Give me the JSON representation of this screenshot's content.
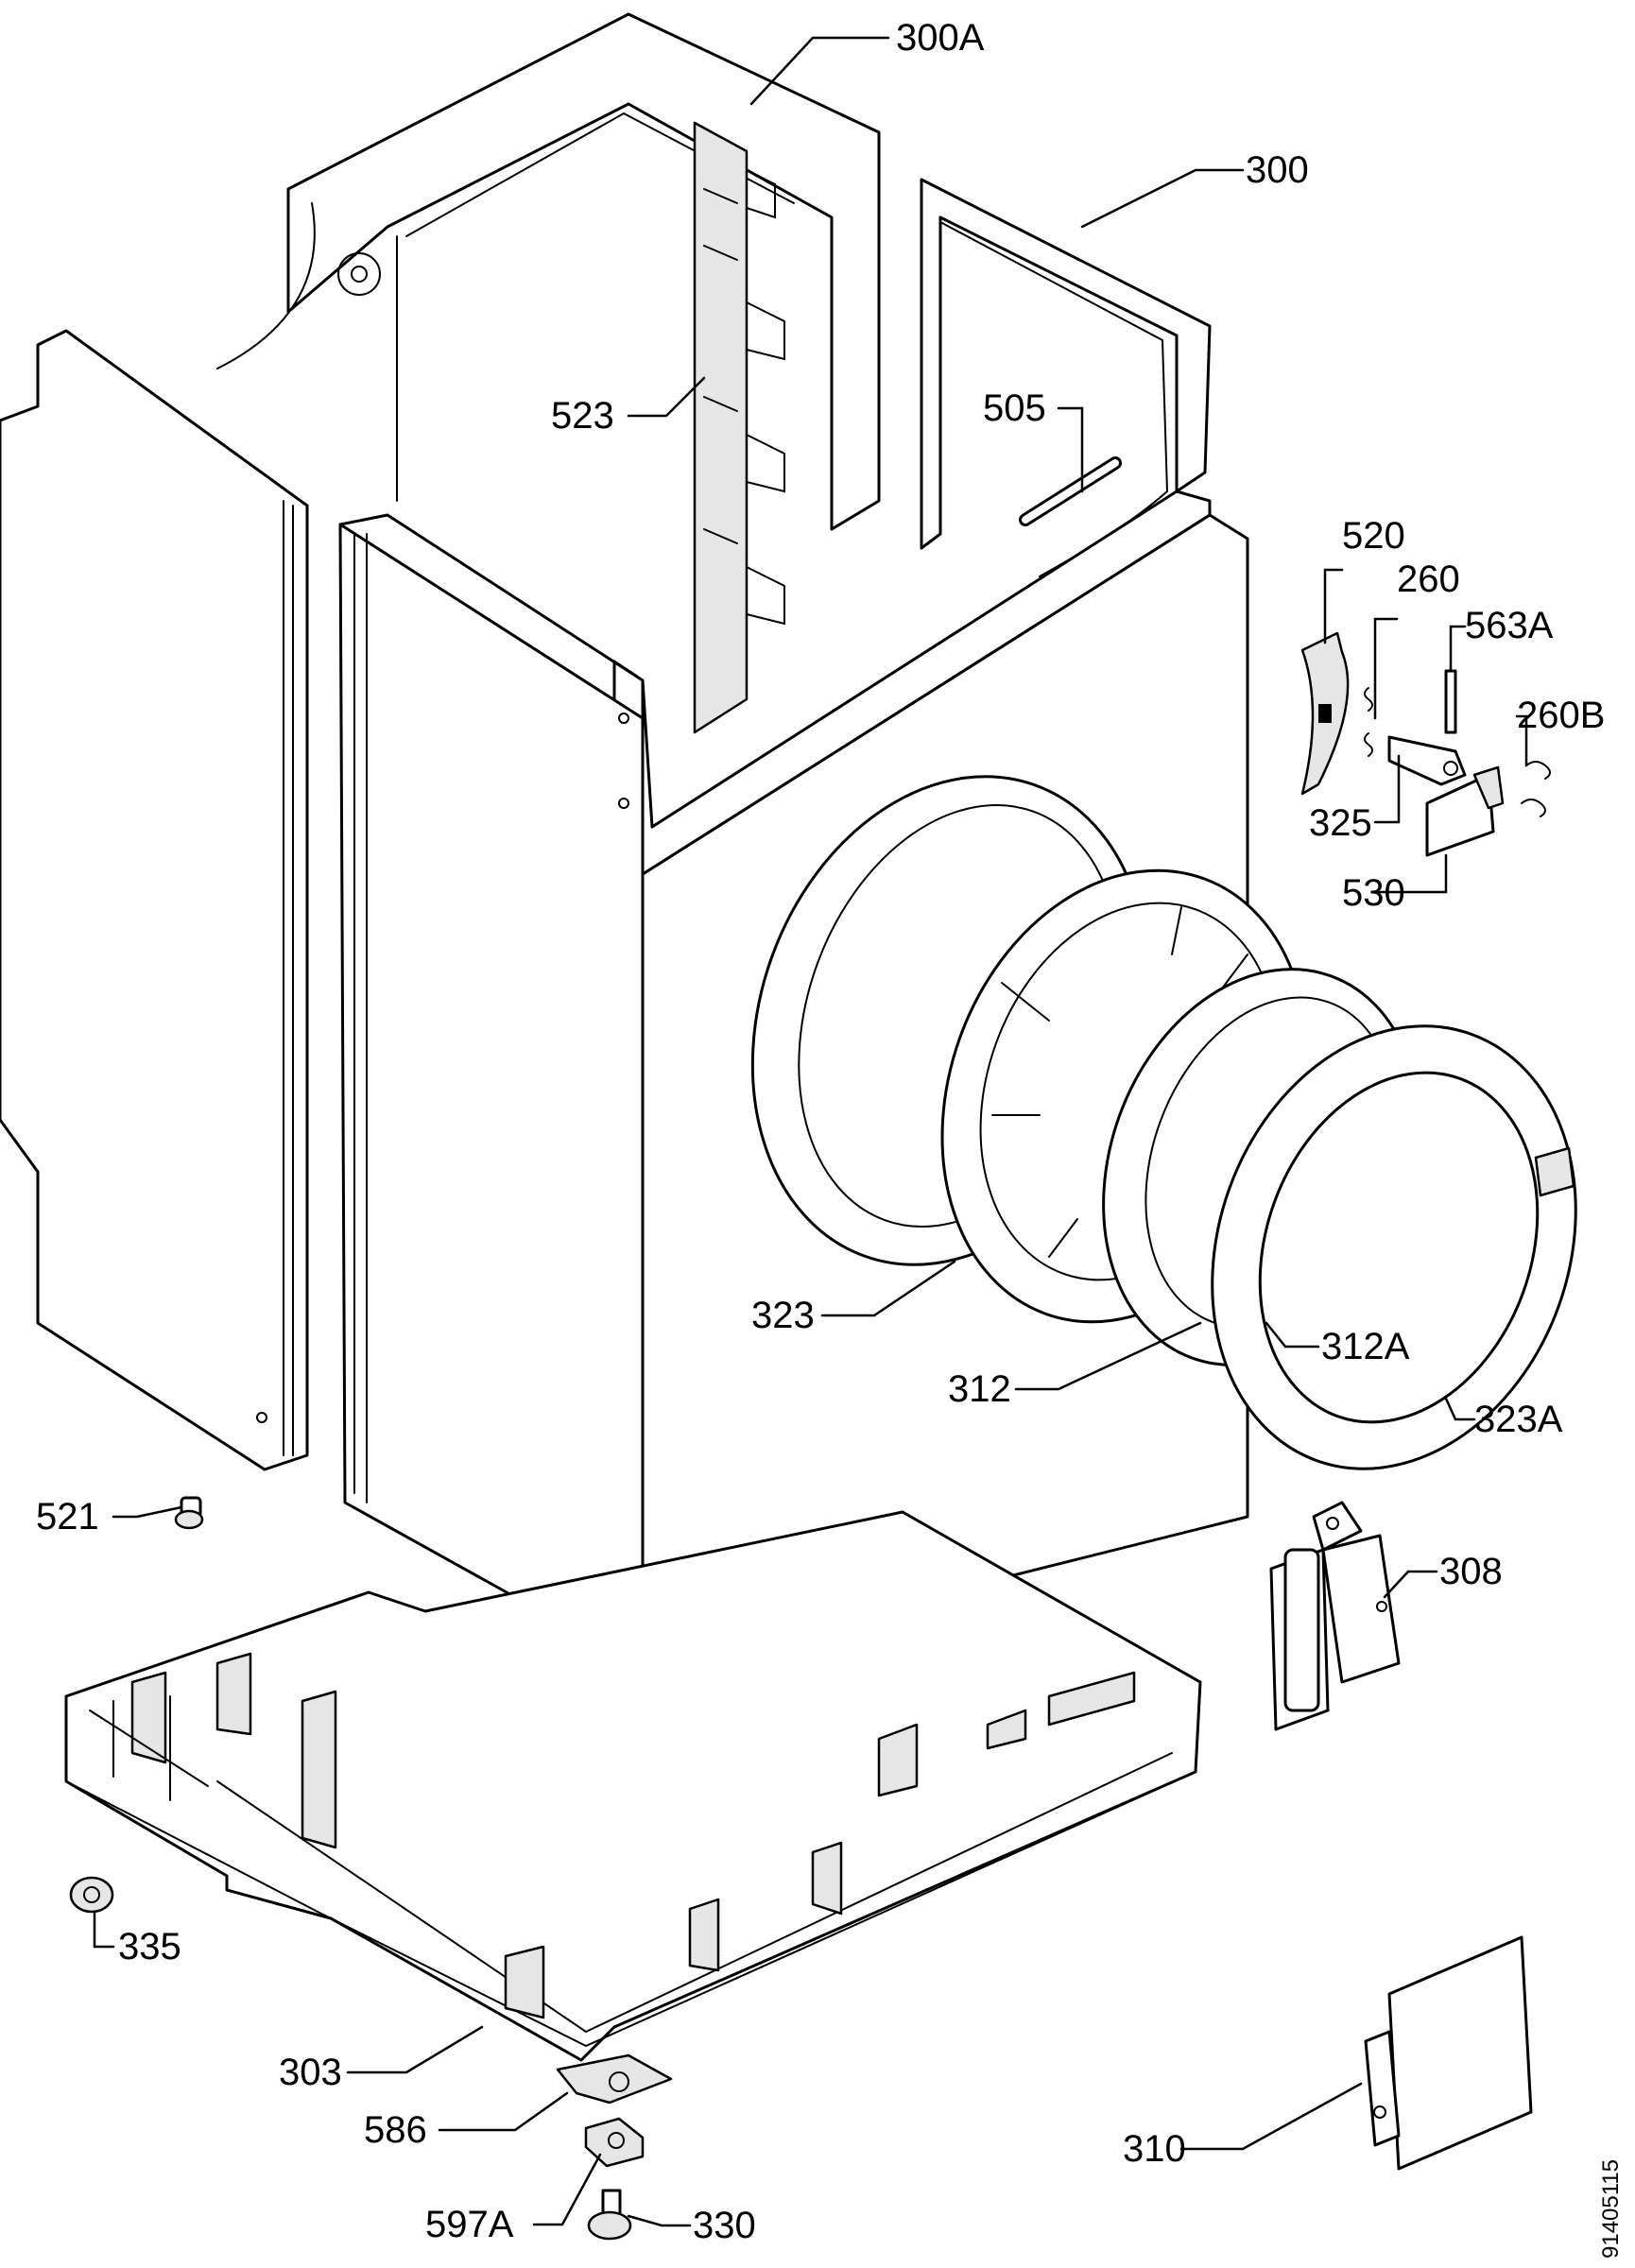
{
  "labels": {
    "p300A": "300A",
    "p300": "300",
    "p523": "523",
    "p505": "505",
    "p520": "520",
    "p260": "260",
    "p563A": "563A",
    "p260B": "260B",
    "p325": "325",
    "p530": "530",
    "p323": "323",
    "p312": "312",
    "p312A": "312A",
    "p323A": "323A",
    "p521": "521",
    "p308": "308",
    "p335": "335",
    "p303": "303",
    "p586": "586",
    "p310": "310",
    "p597A": "597A",
    "p330": "330"
  },
  "document_number": "91405115"
}
